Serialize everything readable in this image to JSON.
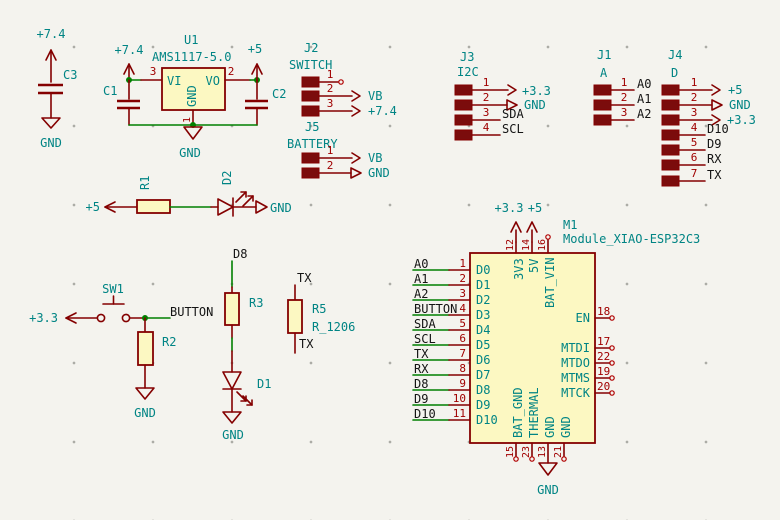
{
  "colors": {
    "background": "#F4F3EE",
    "symbol_outline": "#840000",
    "symbol_fill": "#FCF8C2",
    "wire": "#008000",
    "reference_label": "#008484",
    "net_label": "#141414",
    "pin_number": "#A00000"
  },
  "c3": {
    "power": "+7.4",
    "ref": "C3",
    "gnd": "GND"
  },
  "u1": {
    "power_in": "+7.4",
    "power_out": "+5",
    "gnd": "GND",
    "ref": "U1",
    "value": "AMS1117-5.0",
    "c1": "C1",
    "c2": "C2",
    "pin_in_num": "3",
    "pin_in_name": "VI",
    "pin_out_num": "2",
    "pin_out_name": "VO",
    "pin_gnd_num": "1",
    "pin_gnd_name": "GND"
  },
  "r1d2": {
    "power": "+5",
    "r": "R1",
    "d": "D2",
    "gnd": "GND"
  },
  "sw": {
    "power": "+3.3",
    "ref": "SW1",
    "net": "BUTTON",
    "r": "R2",
    "gnd": "GND"
  },
  "r3d1": {
    "net": "D8",
    "r": "R3",
    "d": "D1",
    "gnd": "GND"
  },
  "r5": {
    "net_top": "TX",
    "ref": "R5",
    "value": "R_1206",
    "net_bot": "TX"
  },
  "j2": {
    "ref": "J2",
    "value": "SWITCH",
    "pins": [
      {
        "num": "1",
        "net": ""
      },
      {
        "num": "2",
        "net": "VB"
      },
      {
        "num": "3",
        "net": "+7.4"
      }
    ]
  },
  "j5": {
    "ref": "J5",
    "value": "BATTERY",
    "pins": [
      {
        "num": "1",
        "net": "VB"
      },
      {
        "num": "2",
        "net": "GND"
      }
    ]
  },
  "j3": {
    "ref": "J3",
    "value": "I2C",
    "pins": [
      {
        "num": "1",
        "net": "+3.3"
      },
      {
        "num": "2",
        "net": "GND"
      },
      {
        "num": "3",
        "net": "SDA"
      },
      {
        "num": "4",
        "net": "SCL"
      }
    ]
  },
  "j1": {
    "ref": "J1",
    "value": "A",
    "pins": [
      {
        "num": "1",
        "net": "A0"
      },
      {
        "num": "2",
        "net": "A1"
      },
      {
        "num": "3",
        "net": "A2"
      }
    ]
  },
  "j4": {
    "ref": "J4",
    "value": "D",
    "pins": [
      {
        "num": "1",
        "net": "+5"
      },
      {
        "num": "2",
        "net": "GND"
      },
      {
        "num": "3",
        "net": "+3.3"
      },
      {
        "num": "4",
        "net": "D10"
      },
      {
        "num": "5",
        "net": "D9"
      },
      {
        "num": "6",
        "net": "RX"
      },
      {
        "num": "7",
        "net": "TX"
      }
    ]
  },
  "m1": {
    "ref": "M1",
    "value": "Module_XIAO-ESP32C3",
    "gnd": "GND",
    "left": [
      {
        "num": "1",
        "name": "D0",
        "net": "A0"
      },
      {
        "num": "2",
        "name": "D1",
        "net": "A1"
      },
      {
        "num": "3",
        "name": "D2",
        "net": "A2"
      },
      {
        "num": "4",
        "name": "D3",
        "net": "BUTTON"
      },
      {
        "num": "5",
        "name": "D4",
        "net": "SDA"
      },
      {
        "num": "6",
        "name": "D5",
        "net": "SCL"
      },
      {
        "num": "7",
        "name": "D6",
        "net": "TX"
      },
      {
        "num": "8",
        "name": "D7",
        "net": "RX"
      },
      {
        "num": "9",
        "name": "D8",
        "net": "D8"
      },
      {
        "num": "10",
        "name": "D9",
        "net": "D9"
      },
      {
        "num": "11",
        "name": "D10",
        "net": "D10"
      }
    ],
    "top": [
      {
        "num": "12",
        "name": "3V3",
        "power": "+3.3"
      },
      {
        "num": "14",
        "name": "5V",
        "power": "+5"
      },
      {
        "num": "16",
        "name": "BAT_VIN",
        "power": ""
      }
    ],
    "right": [
      {
        "num": "18",
        "name": "EN"
      },
      {
        "num": "17",
        "name": "MTDI"
      },
      {
        "num": "22",
        "name": "MTDO"
      },
      {
        "num": "19",
        "name": "MTMS"
      },
      {
        "num": "20",
        "name": "MTCK"
      }
    ],
    "bottom": [
      {
        "num": "15",
        "name": "BAT_GND"
      },
      {
        "num": "23",
        "name": "THERMAL"
      },
      {
        "num": "13",
        "name": "GND"
      },
      {
        "num": "21",
        "name": "GND"
      }
    ]
  }
}
